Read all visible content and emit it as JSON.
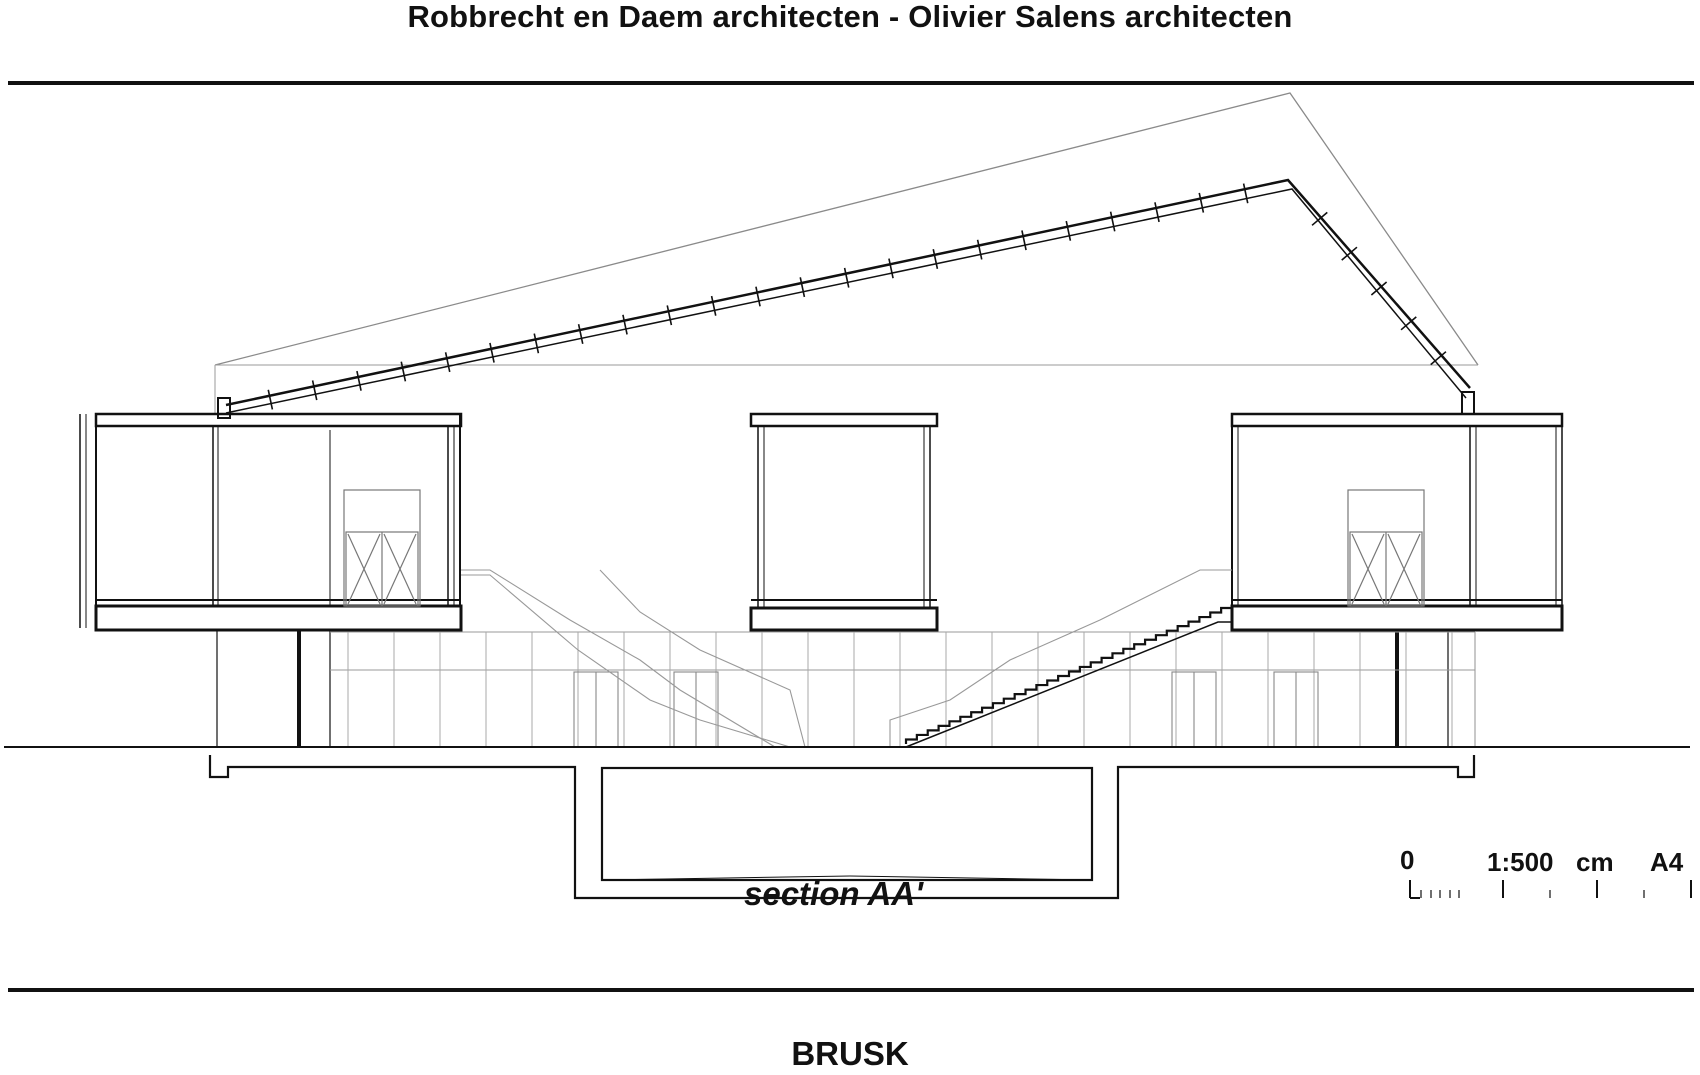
{
  "header": {
    "title": "Robbrecht en Daem architecten - Olivier Salens architecten"
  },
  "drawing": {
    "caption": "section AA'",
    "scale_bar": {
      "zero_label": "0",
      "scale_label": "1:500",
      "unit_label": "cm",
      "paper_label": "A4"
    }
  },
  "footer": {
    "title": "BRUSK"
  },
  "colors": {
    "ink": "#111111",
    "thin_line": "#8a8a8a",
    "background": "#ffffff"
  }
}
